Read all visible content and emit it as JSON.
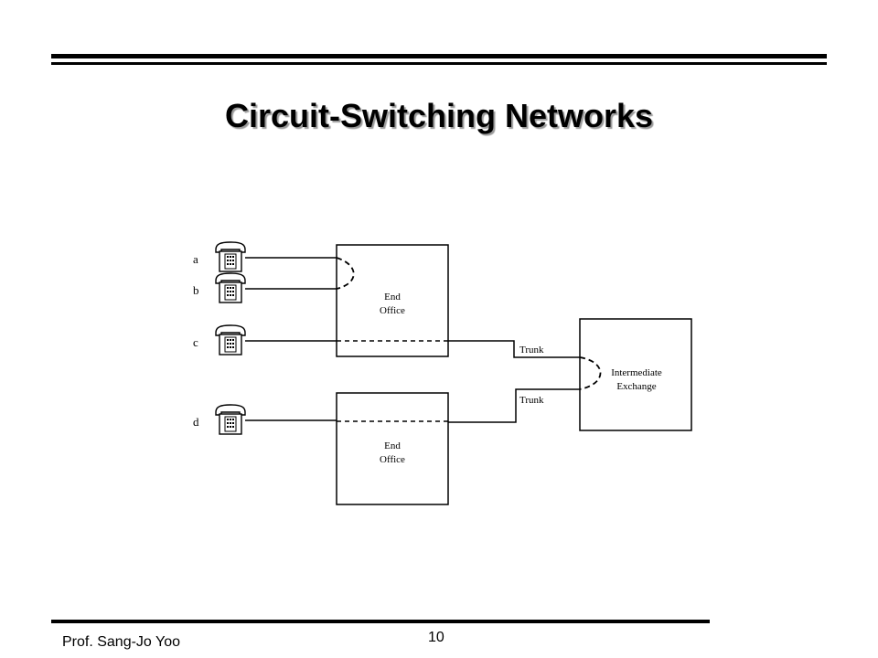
{
  "slide": {
    "title": "Circuit-Switching Networks",
    "author": "Prof. Sang-Jo Yoo",
    "page_number": "10"
  },
  "diagram": {
    "phones": [
      "a",
      "b",
      "c",
      "d"
    ],
    "end_office_top": [
      "End",
      "Office"
    ],
    "end_office_bottom": [
      "End",
      "Office"
    ],
    "intermediate_exchange": [
      "Intermediate",
      "Exchange"
    ],
    "trunk_top": "Trunk",
    "trunk_bottom": "Trunk"
  }
}
